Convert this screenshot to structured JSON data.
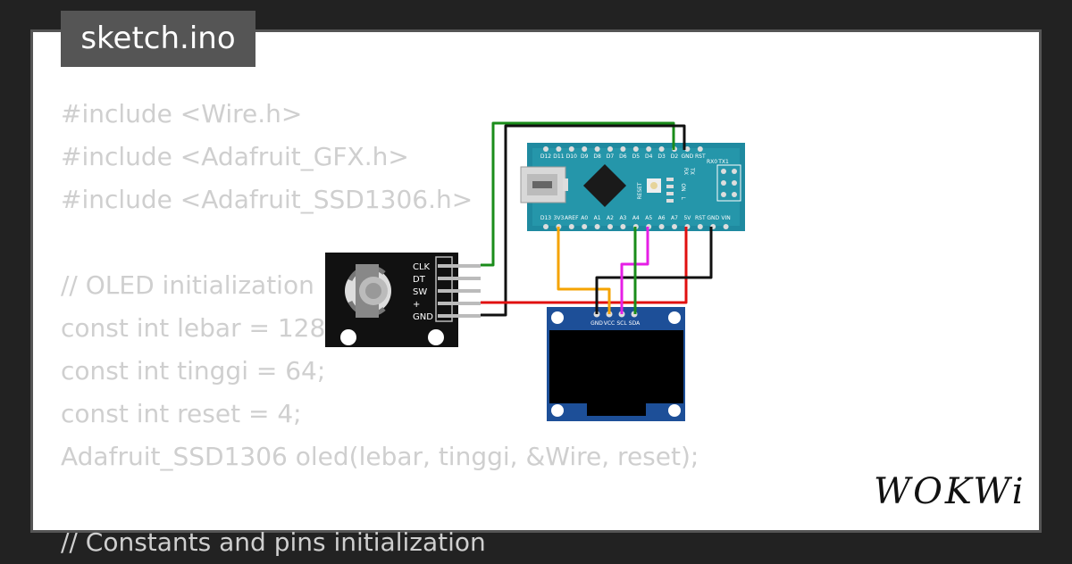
{
  "tab": {
    "title": "sketch.ino"
  },
  "code": {
    "lines": [
      "#include <Wire.h>",
      "#include <Adafruit_GFX.h>",
      "#include <Adafruit_SSD1306.h>",
      "",
      "// OLED initialization",
      "const int lebar = 128;",
      "const int tinggi = 64;",
      "const int reset = 4;",
      "Adafruit_SSD1306 oled(lebar, tinggi, &Wire, reset);",
      "",
      "// Constants and pins initialization"
    ]
  },
  "encoder": {
    "pins": [
      "CLK",
      "DT",
      "SW",
      "+",
      "GND"
    ]
  },
  "arduino": {
    "top_pins": [
      "D12",
      "D11",
      "D10",
      "D9",
      "D8",
      "D7",
      "D6",
      "D5",
      "D4",
      "D3",
      "D2",
      "GND",
      "RST",
      "RX0",
      "TX1"
    ],
    "bottom_pins": [
      "D13",
      "3V3",
      "AREF",
      "A0",
      "A1",
      "A2",
      "A3",
      "A4",
      "A5",
      "A6",
      "A7",
      "5V",
      "RST",
      "GND",
      "VIN"
    ],
    "board_labels": [
      "RESET",
      "TX",
      "RX",
      "ON",
      "L"
    ]
  },
  "oled": {
    "pins": [
      "GND",
      "VCC",
      "SCL",
      "SDA"
    ]
  },
  "wire_colors": {
    "green": "#1a8c1a",
    "black": "#111111",
    "red": "#e01010",
    "orange": "#f5a300",
    "magenta": "#e61ee6"
  },
  "brand": {
    "name": "WOKWi"
  }
}
